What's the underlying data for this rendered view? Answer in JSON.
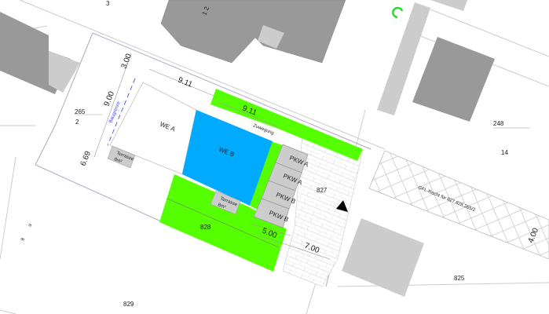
{
  "colors": {
    "green": "#55ff00",
    "blue": "#00aaff",
    "building": "#999999",
    "light_building": "#cccccc",
    "parking": "#cccccc",
    "parcel_line": "#b9a6c8",
    "baugrenze": "#3333ff"
  },
  "buildings": {
    "top_number": "1 2",
    "top_number_2": "3"
  },
  "units": {
    "we_a": "WE A",
    "we_b": "WE B"
  },
  "terraces": [
    {
      "label": "Terrasse",
      "area": "8m²"
    },
    {
      "label": "Terrasse",
      "area": "8m²"
    }
  ],
  "parking": [
    "PKW A",
    "PKW A",
    "PKW B",
    "PKW B"
  ],
  "labels": {
    "zuwegung": "Zuwegung",
    "baugrenze": "Baugrenze",
    "gfl": "GFL-Recht für 827,828,265/2"
  },
  "dimensions": [
    "3.00",
    "9.11",
    "9.00",
    "9.11",
    "6.69",
    "5.00",
    "7.00",
    "4.00"
  ],
  "parcels": [
    "265",
    "2",
    "248",
    "14",
    "827",
    "828",
    "829",
    "825",
    "8",
    "a"
  ],
  "icons": {
    "north_arrow": "triangle-north-arrow",
    "green_marker": "c-arc-marker"
  }
}
